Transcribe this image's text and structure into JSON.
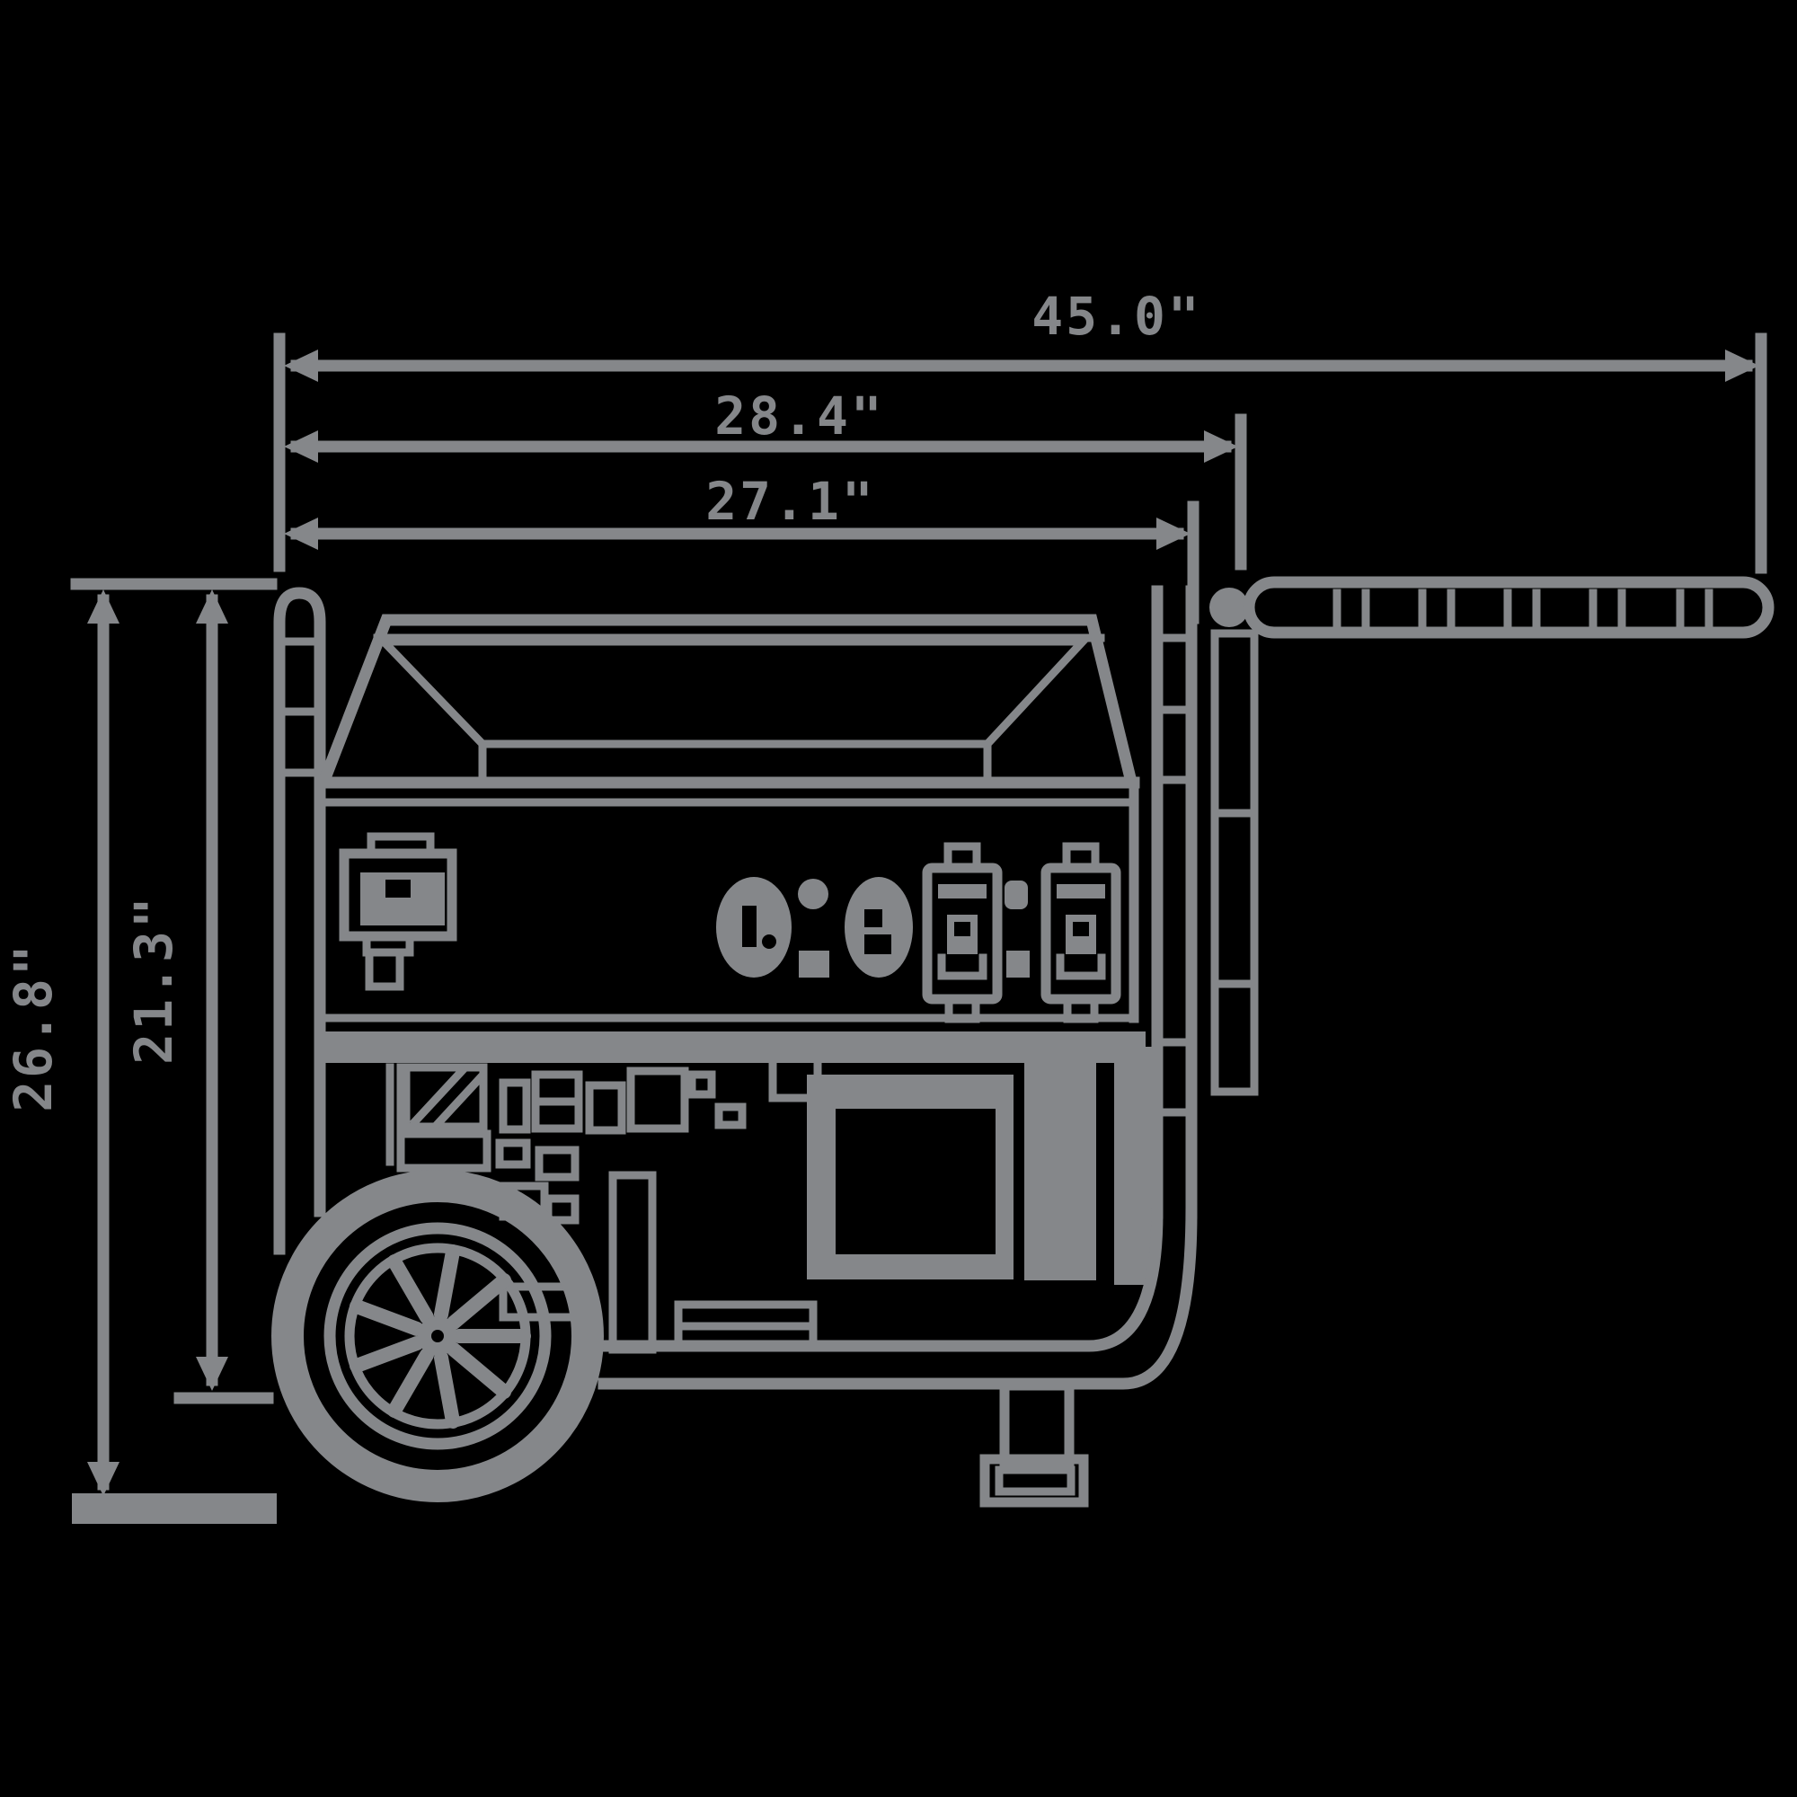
{
  "figure": {
    "type": "technical-dimension-diagram",
    "subject": "portable generator side view"
  },
  "colors": {
    "background": "#000000",
    "line": "#85878a"
  },
  "dimensions": {
    "overall_length_label": "45.0\"",
    "mid_length_label": "28.4\"",
    "frame_length_label": "27.1\"",
    "overall_height_label": "26.8\"",
    "frame_height_label": "21.3\""
  }
}
